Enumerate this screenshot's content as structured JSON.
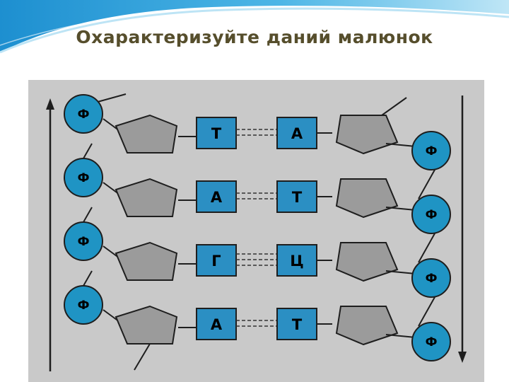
{
  "slide": {
    "title": "Охарактеризуйте даний малюнок"
  },
  "colors": {
    "background": "#ffffff",
    "title": "#564e2c",
    "swoosh": "#2f9fd6",
    "panel": "#c9c9c9",
    "phosphate": "#1f94c4",
    "base": "#2b8fc3",
    "sugar": "#9b9b9b",
    "stroke": "#1e1e1e"
  },
  "diagram": {
    "phosphate_symbol": "Ф",
    "pairs": [
      {
        "left": "Т",
        "right": "А"
      },
      {
        "left": "А",
        "right": "Т"
      },
      {
        "left": "Г",
        "right": "Ц"
      },
      {
        "left": "А",
        "right": "Т"
      }
    ]
  }
}
